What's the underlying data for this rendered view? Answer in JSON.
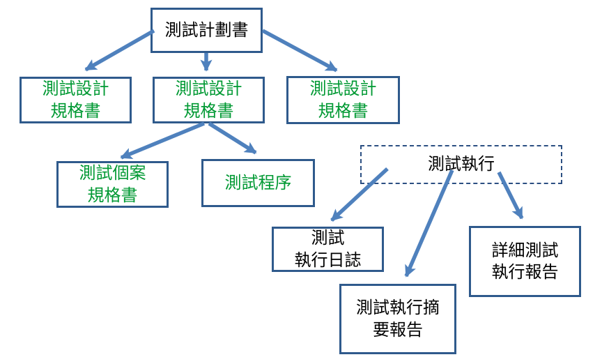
{
  "diagram": {
    "title": "test-documentation-hierarchy-flowchart",
    "colors": {
      "box_border": "#2f5a8c",
      "dashed_border": "#2b4f82",
      "arrow": "#4f81bd",
      "green_text": "#009933",
      "black_text": "#000000",
      "background": "#ffffff"
    },
    "nodes": [
      {
        "id": "test-plan",
        "label": "測試計劃書",
        "text_color": "black",
        "border": "solid"
      },
      {
        "id": "test-design-spec-left",
        "label": "測試設計\n規格書",
        "text_color": "green",
        "border": "solid"
      },
      {
        "id": "test-design-spec-middle",
        "label": "測試設計\n規格書",
        "text_color": "green",
        "border": "solid"
      },
      {
        "id": "test-design-spec-right",
        "label": "測試設計\n規格書",
        "text_color": "green",
        "border": "solid"
      },
      {
        "id": "test-case-spec",
        "label": "測試個案\n規格書",
        "text_color": "green",
        "border": "solid"
      },
      {
        "id": "test-procedure",
        "label": "測試程序",
        "text_color": "green",
        "border": "solid"
      },
      {
        "id": "test-execution",
        "label": "測試執行",
        "text_color": "black",
        "border": "dashed"
      },
      {
        "id": "test-execution-log",
        "label": "測試\n執行日誌",
        "text_color": "black",
        "border": "solid"
      },
      {
        "id": "test-execution-summary-report",
        "label": "測試執行摘\n要報告",
        "text_color": "black",
        "border": "solid"
      },
      {
        "id": "detailed-test-execution-report",
        "label": "詳細測試\n執行報告",
        "text_color": "black",
        "border": "solid"
      }
    ],
    "edges": [
      {
        "from": "test-plan",
        "to": "test-design-spec-left"
      },
      {
        "from": "test-plan",
        "to": "test-design-spec-middle"
      },
      {
        "from": "test-plan",
        "to": "test-design-spec-right"
      },
      {
        "from": "test-design-spec-middle",
        "to": "test-case-spec"
      },
      {
        "from": "test-design-spec-middle",
        "to": "test-procedure"
      },
      {
        "from": "test-execution",
        "to": "test-execution-log"
      },
      {
        "from": "test-execution",
        "to": "test-execution-summary-report"
      },
      {
        "from": "test-execution",
        "to": "detailed-test-execution-report"
      }
    ]
  }
}
